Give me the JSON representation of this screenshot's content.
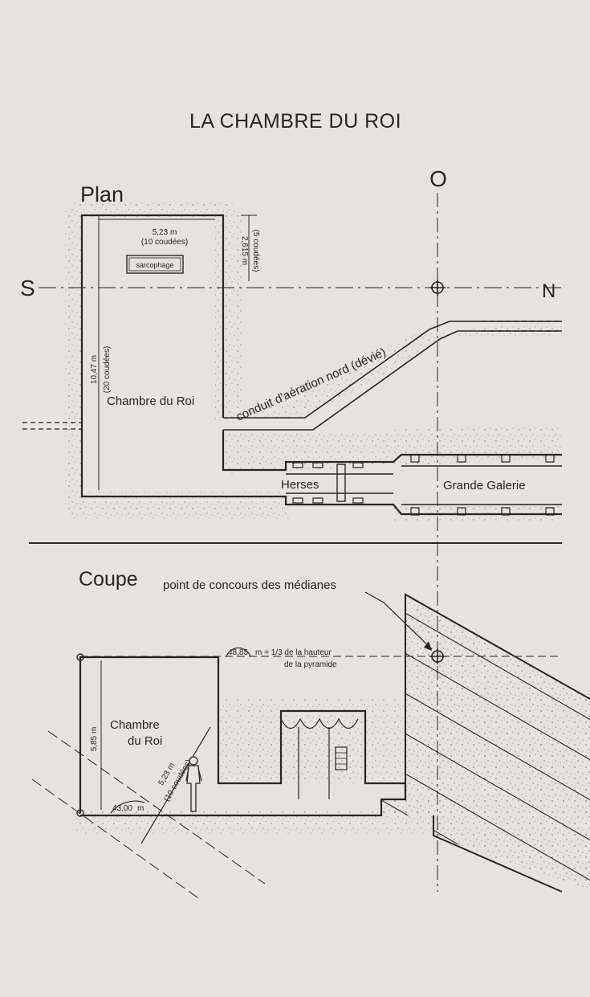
{
  "title": "LA CHAMBRE DU ROI",
  "plan": {
    "heading": "Plan",
    "south": "S",
    "north": "N",
    "west": "O",
    "width_m": "5,23 m",
    "width_coudees": "(10 coudées)",
    "offset_m": "2,615 m",
    "offset_coudees": "(5 coudées)",
    "length_m": "10,47 m",
    "length_coudees": "(20 coudées)",
    "sarcophagus": "sarcophage",
    "chamber": "Chambre du Roi",
    "shaft": "conduit d'aération nord (dévié)",
    "portcullis": "Herses",
    "gallery": "Grande Galerie"
  },
  "section": {
    "heading": "Coupe",
    "median_point": "point de concours des médianes",
    "height_value": "48,85",
    "height_text": "m = 1/3 de la hauteur",
    "height_text2": "de la pyramide",
    "chamber_line1": "Chambre",
    "chamber_line2": "du Roi",
    "chamber_height": "5,85 m",
    "diagonal_m": "5,23 m",
    "diagonal_coudees": "(10 coudées)",
    "angle": "43,00",
    "angle_unit": "m"
  },
  "colors": {
    "paper": "#e6e2dc",
    "ink": "#2a2522"
  }
}
